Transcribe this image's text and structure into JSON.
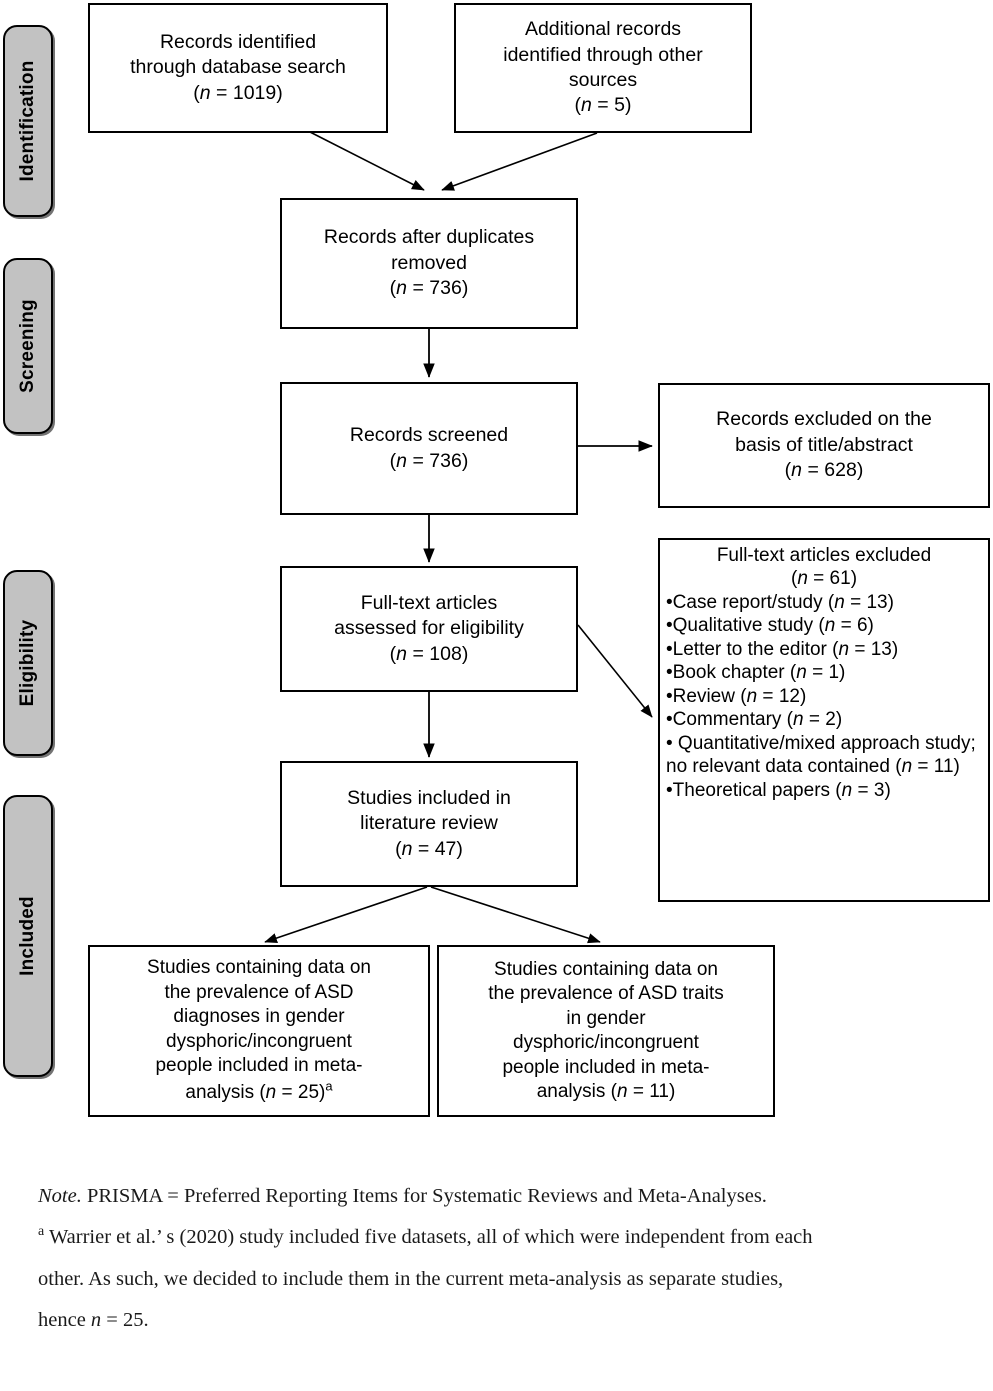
{
  "figure": {
    "type": "prisma-flow-diagram"
  },
  "stages": [
    {
      "id": "identification",
      "label": "Identification"
    },
    {
      "id": "screening",
      "label": "Screening"
    },
    {
      "id": "eligibility",
      "label": "Eligibility"
    },
    {
      "id": "included",
      "label": "Included"
    }
  ],
  "boxes": {
    "records_identified": {
      "line1": "Records identified",
      "line2": "through database search",
      "n_label": "n",
      "n_value": "1019",
      "n_text": "(n = 1019)"
    },
    "additional_records": {
      "line1": "Additional records",
      "line2": "identified through other",
      "line3": "sources",
      "n_label": "n",
      "n_value": "5",
      "n_text": "(n = 5)"
    },
    "after_duplicates": {
      "line1": "Records after duplicates",
      "line2": "removed",
      "n_label": "n",
      "n_value": "736",
      "n_text": "(n = 736)"
    },
    "records_screened": {
      "line1": "Records screened",
      "n_label": "n",
      "n_value": "736",
      "n_text": "(n = 736)"
    },
    "records_excluded": {
      "line1": "Records excluded on the",
      "line2": "basis of title/abstract",
      "n_label": "n",
      "n_value": "628",
      "n_text": "(n = 628)"
    },
    "fulltext_assessed": {
      "line1": "Full-text articles",
      "line2": "assessed for eligibility",
      "n_label": "n",
      "n_value": "108",
      "n_text": "(n = 108)"
    },
    "fulltext_excluded": {
      "heading": "Full-text articles excluded",
      "n_label": "n",
      "n_value": "61",
      "n_text": "(n = 61)",
      "items": [
        {
          "bullet": "•",
          "text": "Case report/study",
          "n_value": "13",
          "n_text": "(n = 13)"
        },
        {
          "bullet": "•",
          "text": "Qualitative study",
          "n_value": "6",
          "n_text": "(n = 6)"
        },
        {
          "bullet": "•",
          "text": "Letter to the editor",
          "n_value": "13",
          "n_text": "(n = 13)"
        },
        {
          "bullet": "•",
          "text": "Book chapter",
          "n_value": "1",
          "n_text": "(n = 1)"
        },
        {
          "bullet": "•",
          "text": "Review",
          "n_value": "12",
          "n_text": "(n = 12)"
        },
        {
          "bullet": "•",
          "text": "Commentary",
          "n_value": "2",
          "n_text": "(n = 2)"
        },
        {
          "bullet": "•",
          "text": " Quantitative/mixed approach study; no relevant data contained",
          "n_value": "11",
          "n_text": "(n = 11)"
        },
        {
          "bullet": "•",
          "text": "Theoretical papers",
          "n_value": "3",
          "n_text": "(n = 3)"
        }
      ]
    },
    "studies_included": {
      "line1": "Studies included in",
      "line2": "literature review",
      "n_label": "n",
      "n_value": "47",
      "n_text": "(n = 47)"
    },
    "studies_diagnoses": {
      "line1": "Studies containing data on",
      "line2": "the prevalence of ASD",
      "line3": "diagnoses in gender",
      "line4": "dysphoric/incongruent",
      "line5": "people included in meta-",
      "line6_prefix": "analysis ",
      "n_label": "n",
      "n_value": "25",
      "n_text": "(n = 25)",
      "footnote_marker": "a"
    },
    "studies_traits": {
      "line1": "Studies containing data on",
      "line2": "the prevalence of ASD traits",
      "line3": "in gender",
      "line4": "dysphoric/incongruent",
      "line5": "people included in meta-",
      "line6_prefix": "analysis ",
      "n_label": "n",
      "n_value": "11",
      "n_text": "(n = 11)"
    }
  },
  "note": {
    "label": "Note.",
    "line1_rest": " PRISMA = Preferred Reporting Items for Systematic Reviews and Meta-Analyses.",
    "footnote_marker": "a",
    "line2": " Warrier et al.’ s (2020) study included five datasets, all of which were independent from each",
    "line3": "other. As such, we decided to include them in the current meta-analysis as separate studies,",
    "line4_prefix": "hence ",
    "line4_n": "n",
    "line4_rest": " = 25."
  },
  "colors": {
    "stage_fill": "#c2c2c2",
    "line": "#000000",
    "box_fill": "#ffffff",
    "text": "#000000"
  }
}
